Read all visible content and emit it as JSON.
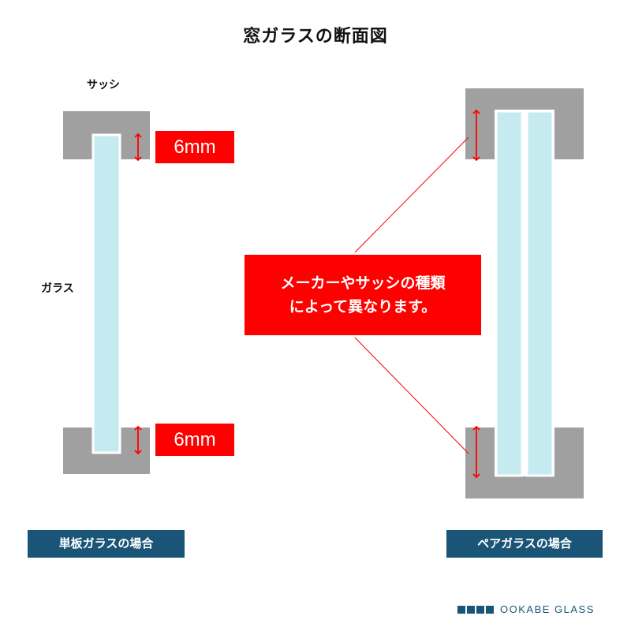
{
  "title": "窓ガラスの断面図",
  "labels": {
    "sash": "サッシ",
    "glass": "ガラス"
  },
  "gap_badge_top": "6mm",
  "gap_badge_bottom": "6mm",
  "callout": {
    "line1": "メーカーやサッシの種類",
    "line2": "によって異なります。"
  },
  "captions": {
    "single": "単板ガラスの場合",
    "pair": "ペアガラスの場合"
  },
  "brand": "OOKABE GLASS",
  "colors": {
    "sash": "#a0a0a0",
    "glass": "#c5ebf1",
    "accent": "#ff0000",
    "caption_bg": "#1a5577"
  }
}
